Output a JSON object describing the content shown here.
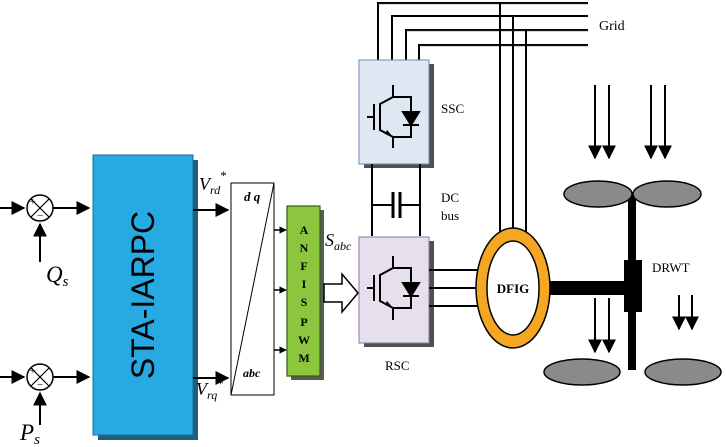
{
  "blocks": {
    "controller": "STA-IARPC",
    "dq": "d q",
    "abc": "abc",
    "pwm_letters": [
      "A",
      "N",
      "F",
      "I",
      "S",
      "P",
      "W",
      "M"
    ],
    "ssc": "SSC",
    "rsc": "RSC",
    "dfig": "DFIG",
    "dc_line1": "DC",
    "dc_line2": "bus",
    "grid": "Grid",
    "drwt": "DRWT"
  },
  "signals": {
    "qs_main": "Q",
    "qs_sub": "s",
    "ps_main": "P",
    "ps_sub": "s",
    "vrd_main": "V",
    "vrd_sub": "rd",
    "vrq_main": "V",
    "vrq_sub": "rq",
    "star": "*",
    "sabc_main": "S",
    "sabc_sub": "abc",
    "sum_plus": "+",
    "sum_minus": "−"
  },
  "colors": {
    "controller_fill": "#27a9e1",
    "pwm_fill": "#8cc63f",
    "ssc_fill": "#dfe8f2",
    "rsc_fill": "#e5e0ec",
    "dfig_ring": "#f5a623",
    "blade_fill": "#8a8a8a"
  }
}
